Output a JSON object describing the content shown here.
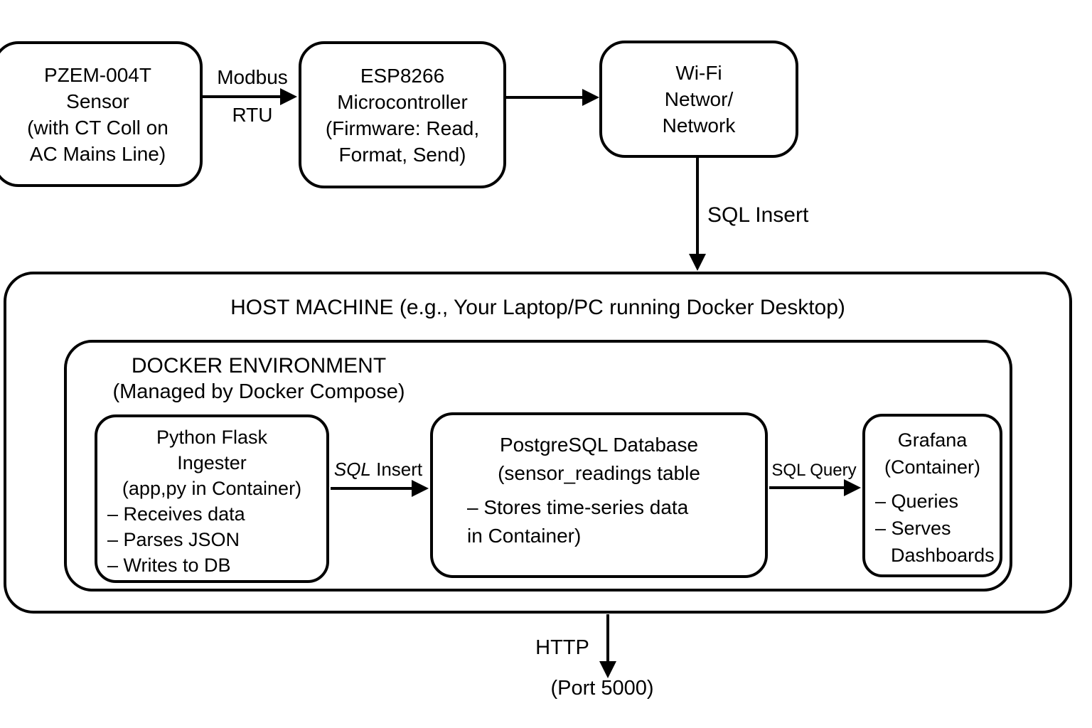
{
  "colors": {
    "stroke": "#000000",
    "background": "#ffffff"
  },
  "nodes": {
    "pzem": {
      "lines": [
        "PZEM-004T",
        "Sensor",
        "(with CT Coll on",
        "AC Mains Line)"
      ]
    },
    "esp": {
      "lines": [
        "ESP8266",
        "Microcontroller",
        "(Firmware: Read,",
        "Format, Send)"
      ]
    },
    "wifi": {
      "lines": [
        "Wi-Fi",
        "Networ/",
        "Network"
      ]
    },
    "host": {
      "title": "HOST MACHINE (e.g., Your Laptop/PC running Docker Desktop)"
    },
    "docker": {
      "title": "DOCKER ENVIRONMENT",
      "subtitle": "(Managed by Docker Compose)"
    },
    "flask": {
      "title_lines": [
        "Python Flask",
        "Ingester",
        "(app,py in Container)"
      ],
      "bullets": [
        "– Receives data",
        "– Parses JSON",
        "– Writes to DB"
      ]
    },
    "postgres": {
      "title_lines": [
        "PostgreSQL Database",
        "(sensor_readings table"
      ],
      "bullets": [
        "– Stores time-series data",
        "in Container)"
      ]
    },
    "grafana": {
      "title_lines": [
        "Grafana",
        "(Container)"
      ],
      "bullets": [
        "– Queries",
        "– Serves",
        "Dashboards"
      ]
    }
  },
  "edges": {
    "modbus": {
      "label_top": "Modbus",
      "label_bottom": "RTU"
    },
    "sql_insert_top": {
      "label": "SQL Insert"
    },
    "sql_insert_mid": {
      "label_italic": "SQL",
      "label_rest": " Insert"
    },
    "sql_query": {
      "label": "SQL Query"
    },
    "http": {
      "label": "HTTP",
      "port": "(Port 5000)"
    }
  }
}
